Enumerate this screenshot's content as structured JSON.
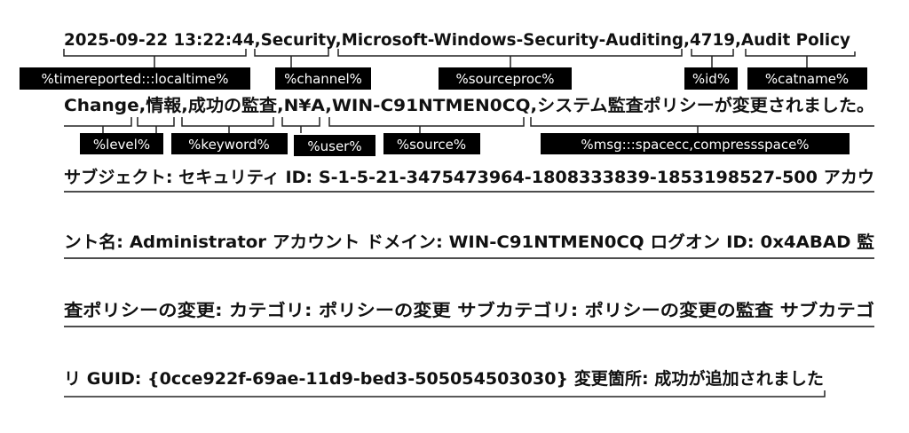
{
  "log_lines": [
    "2025-09-22 13:22:44,Security,Microsoft-Windows-Security-Auditing,4719,Audit Policy",
    "Change,情報,成功の監査,N¥A,WIN-C91NTMEN0CQ,システム監査ポリシーが変更されました。",
    "サブジェクト: セキュリティ ID: S-1-5-21-3475473964-1808333839-1853198527-500 アカウ",
    "ント名: Administrator アカウント ドメイン: WIN-C91NTMEN0CQ ログオン ID: 0x4ABAD 監",
    "査ポリシーの変更: カテゴリ: ポリシーの変更 サブカテゴリ: ポリシーの変更の監査 サブカテゴ",
    "リ GUID: {0cce922f-69ae-11d9-bed3-505054503030} 変更箇所: 成功が追加されました"
  ],
  "labels": {
    "timereported": "%timereported:::localtime%",
    "channel": "%channel%",
    "sourceproc": "%sourceproc%",
    "id": "%id%",
    "catname": "%catname%",
    "level": "%level%",
    "keyword": "%keyword%",
    "user": "%user%",
    "source": "%source%",
    "msg": "%msg:::spacecc,compressspace%"
  }
}
